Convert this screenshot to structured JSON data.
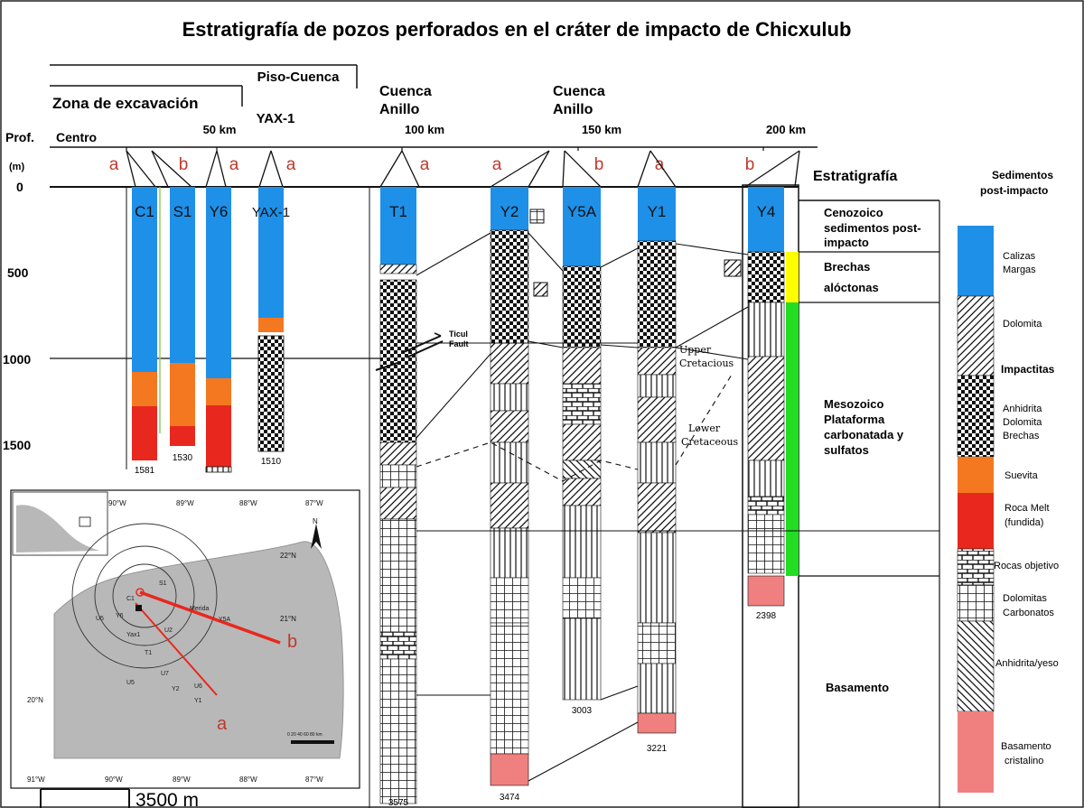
{
  "title": "Estratigrafía de pozos perforados en el cráter de impacto de Chicxulub",
  "header": {
    "piso_cuenca": "Piso-Cuenca",
    "zona_excavacion": "Zona de excavación",
    "yax1": "YAX-1",
    "cuenca_anillo_1": [
      "Cuenca",
      "Anillo"
    ],
    "cuenca_anillo_2": [
      "Cuenca",
      "Anillo"
    ],
    "prof": "Prof.",
    "centro": "Centro",
    "unit_m": "(m)",
    "km_ticks": [
      "50 km",
      "100 km",
      "150 km",
      "200 km"
    ],
    "ab_markers": [
      "a",
      "b",
      "a",
      "a",
      "a",
      "a",
      "b",
      "a",
      "b"
    ],
    "estratigrafia": "Estratigrafía"
  },
  "depth_ticks": [
    "0",
    "500",
    "1000",
    "1500"
  ],
  "wells": [
    {
      "name": "C1",
      "total_depth": 1581,
      "td_label": "1581"
    },
    {
      "name": "S1",
      "total_depth": 1530,
      "td_label": "1530"
    },
    {
      "name": "Y6",
      "total_depth": 1631,
      "td_label": ""
    },
    {
      "name": "YAX-1",
      "total_depth": 1510,
      "td_label": "1510"
    },
    {
      "name": "T1",
      "total_depth": 3575,
      "td_label": "3575"
    },
    {
      "name": "Y2",
      "total_depth": 3474,
      "td_label": "3474"
    },
    {
      "name": "Y5A",
      "total_depth": 3003,
      "td_label": "3003"
    },
    {
      "name": "Y1",
      "total_depth": 3221,
      "td_label": "3221"
    },
    {
      "name": "Y4",
      "total_depth": 2398,
      "td_label": "2398"
    }
  ],
  "annotations": {
    "ticul_fault": [
      "Ticul",
      "Fault"
    ],
    "upper_cretacious": [
      "Upper",
      "Cretacious"
    ],
    "lower_cretaceous": [
      "Lower",
      "Cretaceous"
    ]
  },
  "strat_zones": {
    "cenozoico": [
      "Cenozoico",
      "sedimentos post-",
      "impacto"
    ],
    "brechas": [
      "Brechas",
      "alóctonas"
    ],
    "mesozoico": [
      "Mesozoico",
      "Plataforma",
      "carbonatada y",
      "sulfatos"
    ],
    "basamento": "Basamento"
  },
  "legend": {
    "header": [
      "Sedimentos",
      "post-impacto"
    ],
    "calizas": [
      "Calizas",
      "Margas"
    ],
    "dolomita": "Dolomita",
    "impactitas": "Impactitas",
    "anhidrita_brechas": [
      "Anhidrita",
      "Dolomita",
      "Brechas"
    ],
    "suevita": "Suevita",
    "roca_melt": [
      "Roca Melt",
      "(fundida)"
    ],
    "rocas_objetivo": "Rocas objetivo",
    "dolomitas_carbonatos": [
      "Dolomitas",
      "Carbonatos"
    ],
    "anhidrita_yeso": "Anhidrita/yeso",
    "basamento": [
      "Basamento",
      "cristalino"
    ]
  },
  "map": {
    "lon_labels": [
      "90°W",
      "89°W",
      "88°W",
      "87°W"
    ],
    "lat_labels": [
      "22°N",
      "21°N",
      "20°N"
    ],
    "bottom_lon": [
      "91°W",
      "90°W",
      "89°W",
      "88°W",
      "87°W"
    ],
    "places": [
      "S1",
      "C1",
      "U5",
      "Y6",
      "Merida",
      "Y5A",
      "Yax1",
      "U2",
      "T1",
      "U5",
      "U7",
      "Y2",
      "U6",
      "Y1"
    ],
    "line_b": "b",
    "line_a": "a",
    "scale_label": "0  20  40  60  80 km"
  },
  "scale_bar": "3500 m",
  "colors": {
    "blue": "#1e90e8",
    "orange": "#f47820",
    "red": "#e8281e",
    "yellow": "#ffff00",
    "green": "#22dd22",
    "pink": "#f08080",
    "marker": "#c0392b"
  }
}
